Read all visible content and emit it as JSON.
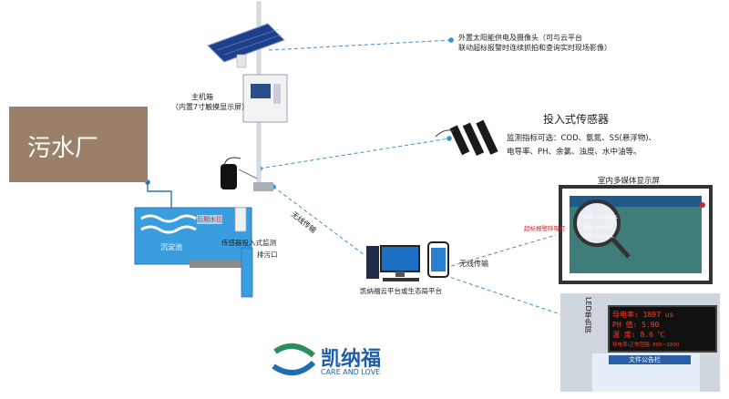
{
  "plant": {
    "label": "污水厂"
  },
  "solar": {
    "line1": "外置太阳能供电及摄像头（可与云平台",
    "line2": "联动超标报警时连续抓拍和查询实时现场影像）"
  },
  "host": {
    "line1": "主机箱",
    "line2": "（内置7寸触摸显示屏）"
  },
  "sensor": {
    "title": "投入式传感器",
    "line1": "监测指标可选：COD、氨氮、SS(悬浮物)、",
    "line2": "电导率、PH、余氯、浊度、水中油等。"
  },
  "tank": {
    "label": "沉淀池",
    "sign": "后期水位",
    "sensor_label": "传感器投入式监测",
    "outlet_label": "排污口"
  },
  "wireless": {
    "left_label": "无线传输",
    "right_label": "无线传输"
  },
  "cloud": {
    "label": "凯纳福云平台或生态局平台"
  },
  "indoor": {
    "title": "室内多媒体显示屏",
    "alarm_label": "超标报警呼吸灯",
    "overlay_cod": "COD: 22.8mg/L",
    "overlay_ammonia": "氨氮: 10mg/L",
    "overlay_tp": "总磷: 0.5mg/L"
  },
  "led": {
    "vertical_label": "LED单色屏",
    "row1": "导电率: 1897 us",
    "row2": "PH 值: 5.90",
    "row3": "温  度: 8.6 ℃",
    "row4": "导电率(正常范围: 800~1800",
    "board": "文件公告栏"
  },
  "brand": {
    "name": "凯纳福",
    "tagline": "CARE AND LOVE"
  },
  "colors": {
    "plant_bg": "#9a8068",
    "water": "#3a9ede",
    "link": "#3a8fc9",
    "led_text": "#ff3b1f"
  }
}
